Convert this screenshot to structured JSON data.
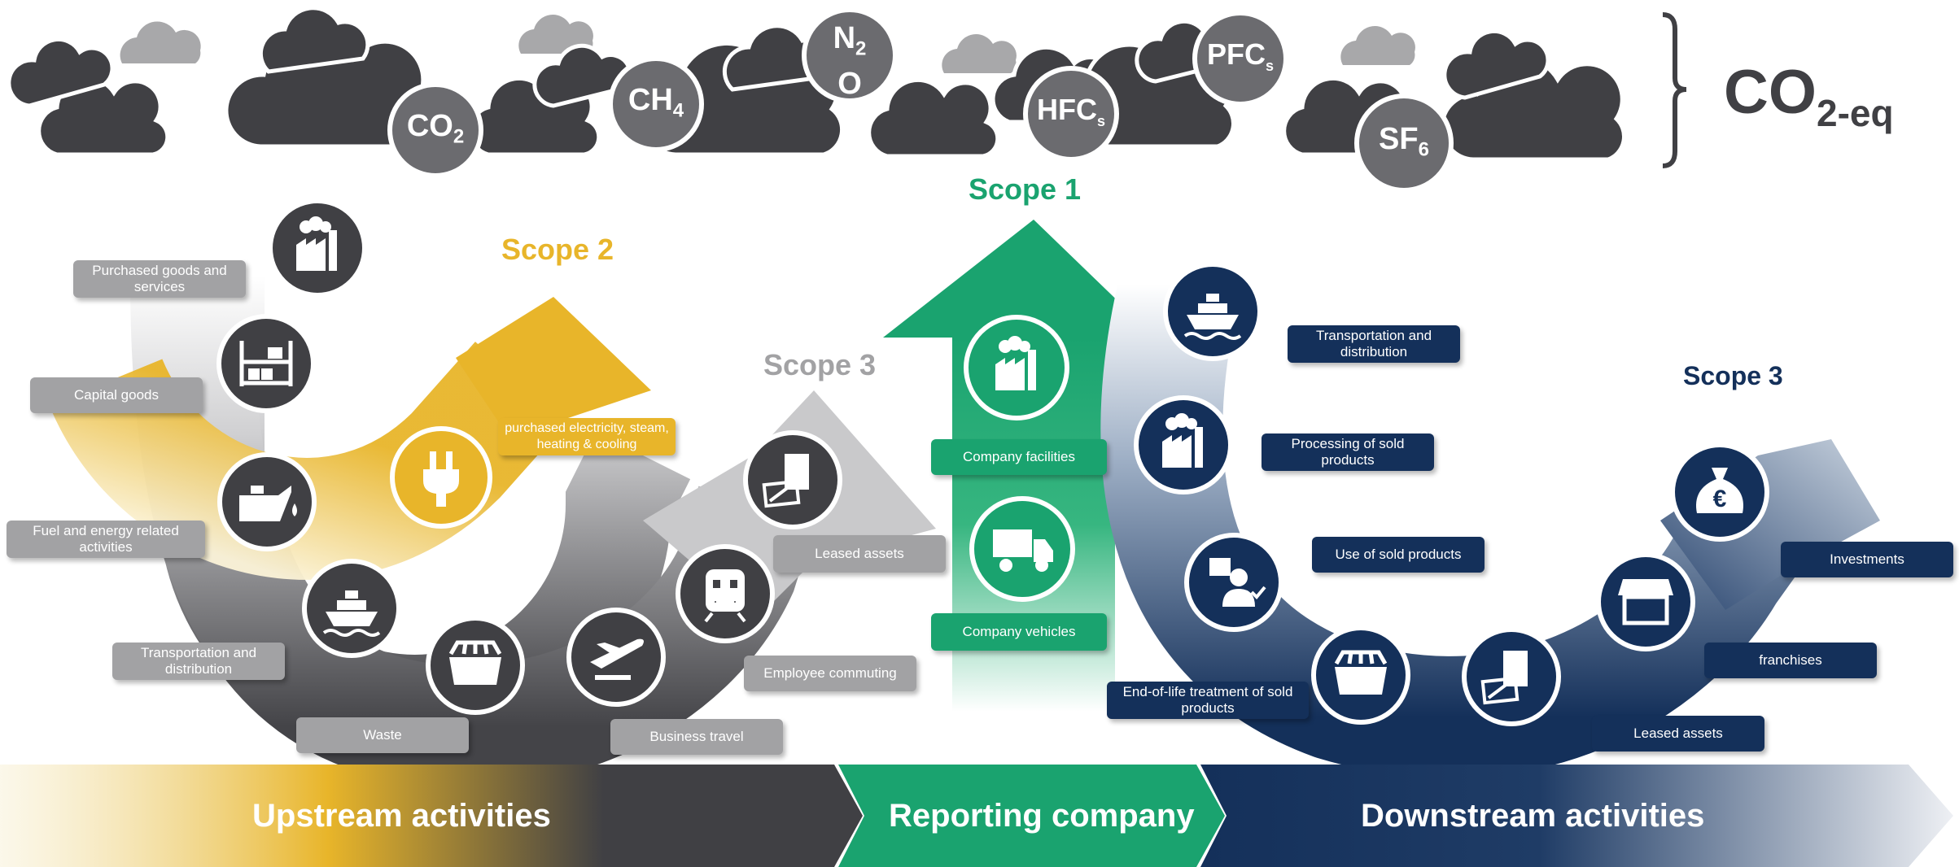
{
  "gases": {
    "co2": {
      "main": "CO",
      "sub": "2"
    },
    "ch4": {
      "main": "CH",
      "sub": "4"
    },
    "n2o": {
      "top": "N",
      "sub": "2",
      "bottom": "O"
    },
    "hfcs": {
      "main": "HFC",
      "sub": "s"
    },
    "pfcs": {
      "main": "PFC",
      "sub": "s"
    },
    "sf6": {
      "main": "SF",
      "sub": "6"
    },
    "total": {
      "main": "CO",
      "sub": "2-eq"
    }
  },
  "scopes": {
    "scope1": "Scope 1",
    "scope2": "Scope 2",
    "scope3_upstream": "Scope 3",
    "scope3_downstream": "Scope 3"
  },
  "upstream_labels": {
    "purchased_goods": "Purchased goods and services",
    "capital_goods": "Capital goods",
    "fuel_energy": "Fuel and energy related activities",
    "transportation": "Transportation and distribution",
    "waste": "Waste",
    "business_travel": "Business travel",
    "employee_commuting": "Employee commuting",
    "leased_assets": "Leased assets"
  },
  "scope2_label": "purchased electricity, steam, heating & cooling",
  "scope1_labels": {
    "facilities": "Company facilities",
    "vehicles": "Company vehicles"
  },
  "downstream_labels": {
    "transportation": "Transportation and distribution",
    "processing": "Processing of sold products",
    "use": "Use of sold products",
    "end_of_life": "End-of-life treatment of sold products",
    "leased_assets": "Leased assets",
    "franchises": "franchises",
    "investments": "Investments"
  },
  "bands": {
    "upstream": "Upstream activities",
    "reporting": "Reporting company",
    "downstream": "Downstream activities"
  },
  "colors": {
    "upstream_grey": "#404044",
    "scope2_yellow": "#e8b52a",
    "scope1_green": "#1aa36f",
    "downstream_navy": "#14305a",
    "label_grey": "#a2a2a4",
    "cloud_dark": "#404044",
    "cloud_light": "#a8a8aa"
  }
}
